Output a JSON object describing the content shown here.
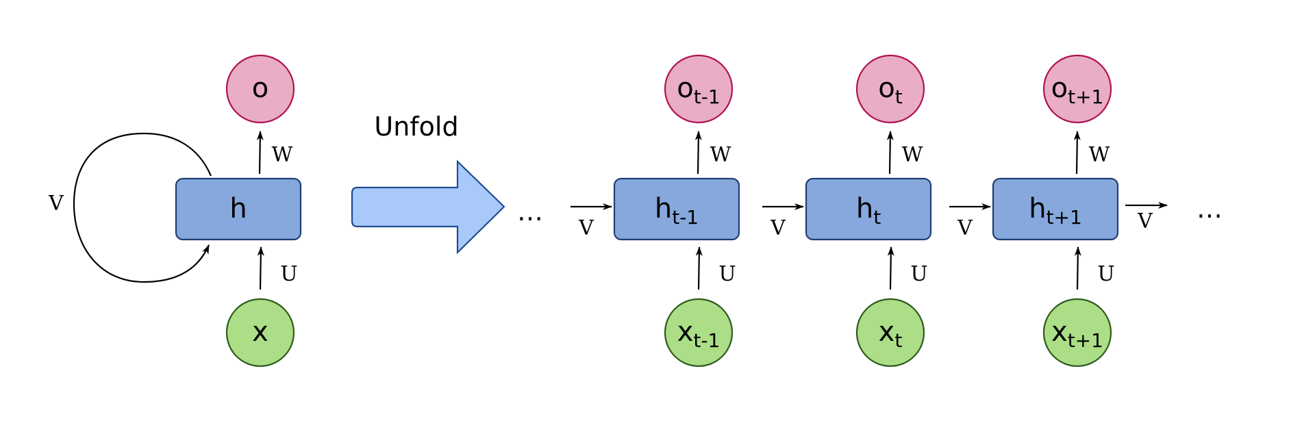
{
  "colors": {
    "hidden_fill": "#86a8dd",
    "hidden_stroke": "#1f3f73",
    "output_fill": "#e9adc6",
    "output_stroke": "#b0124f",
    "input_fill": "#abde86",
    "input_stroke": "#2f5a1c",
    "unfold_arrow_fill": "#a9c9fb",
    "unfold_arrow_stroke": "#1f4c8f",
    "line": "#000000"
  },
  "folded": {
    "hidden": {
      "main": "h",
      "sub": ""
    },
    "output": {
      "main": "o",
      "sub": ""
    },
    "input": {
      "main": "x",
      "sub": ""
    },
    "w_label": "W",
    "u_label": "U",
    "v_label": "V"
  },
  "unfold_label": "Unfold",
  "dots_left": "…",
  "dots_right": "…",
  "steps": [
    {
      "hidden": {
        "main": "h",
        "sub": "t-1"
      },
      "output": {
        "main": "o",
        "sub": "t-1"
      },
      "input": {
        "main": "x",
        "sub": "t-1"
      },
      "w_label": "W",
      "u_label": "U",
      "v_in_label": "V"
    },
    {
      "hidden": {
        "main": "h",
        "sub": "t"
      },
      "output": {
        "main": "o",
        "sub": "t"
      },
      "input": {
        "main": "x",
        "sub": "t"
      },
      "w_label": "W",
      "u_label": "U",
      "v_in_label": "V"
    },
    {
      "hidden": {
        "main": "h",
        "sub": "t+1"
      },
      "output": {
        "main": "o",
        "sub": "t+1"
      },
      "input": {
        "main": "x",
        "sub": "t+1"
      },
      "w_label": "W",
      "u_label": "U",
      "v_in_label": "V"
    }
  ],
  "v_out_label": "V"
}
